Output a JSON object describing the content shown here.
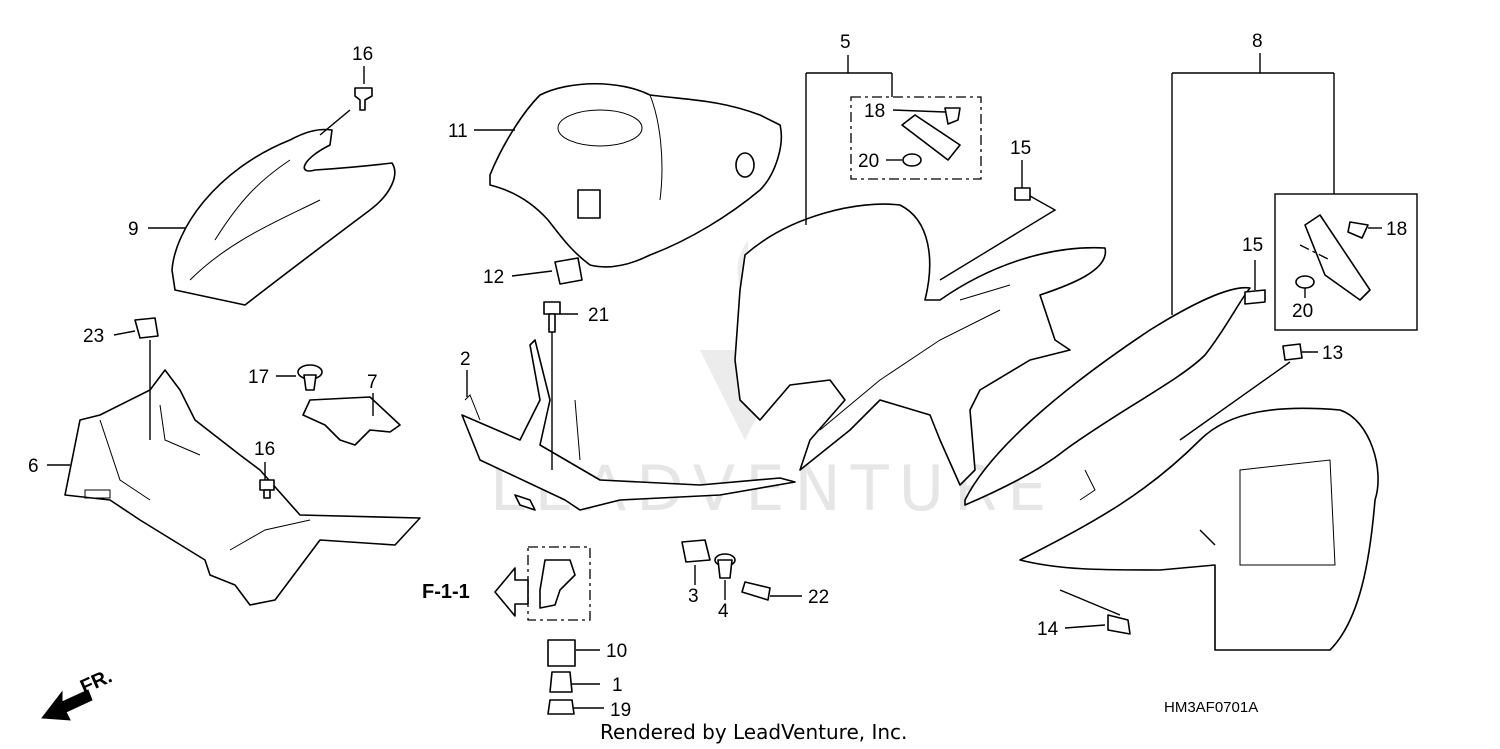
{
  "callouts": {
    "c1": "1",
    "c2": "2",
    "c3": "3",
    "c4": "4",
    "c5": "5",
    "c6": "6",
    "c7": "7",
    "c8": "8",
    "c9": "9",
    "c10": "10",
    "c11": "11",
    "c12": "12",
    "c13": "13",
    "c14": "14",
    "c15a": "15",
    "c15b": "15",
    "c16a": "16",
    "c16b": "16",
    "c17": "17",
    "c18a": "18",
    "c18b": "18",
    "c19": "19",
    "c20a": "20",
    "c20b": "20",
    "c21": "21",
    "c22": "22",
    "c23": "23"
  },
  "reference": {
    "label": "F-1-1"
  },
  "front_marker": {
    "label": "FR."
  },
  "diagram_code": "HM3AF0701A",
  "credit": "Rendered by LeadVenture, Inc.",
  "watermark": "LEADVENTURE",
  "icons": {
    "front_arrow": "arrow-icon",
    "reference_arrow": "hollow-arrow-icon",
    "watermark_logo": "flame-logo"
  }
}
